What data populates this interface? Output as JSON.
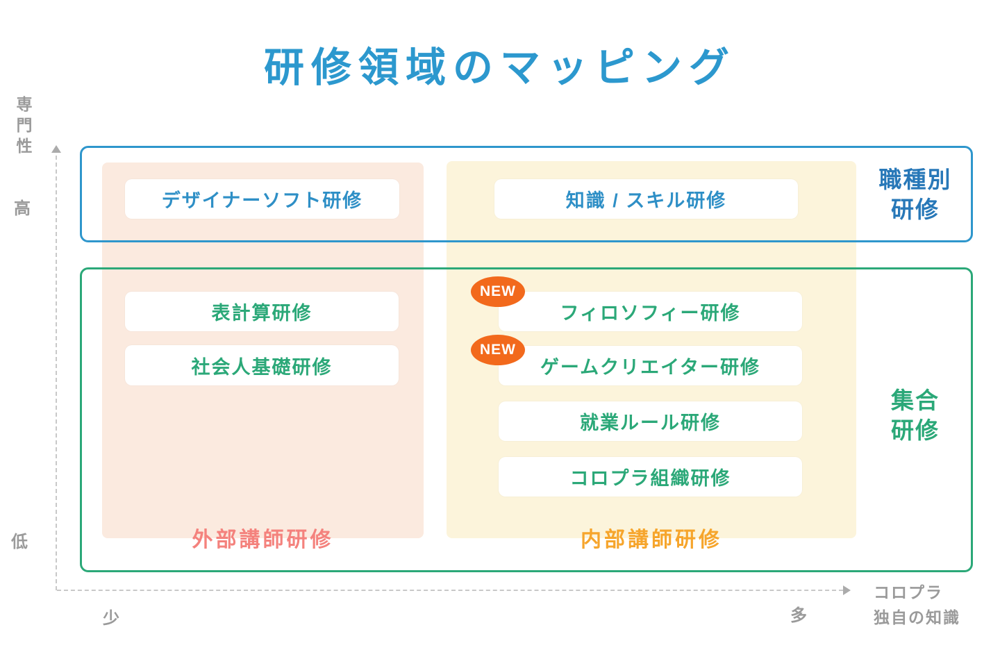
{
  "title": "研修領域のマッピング",
  "axis": {
    "y_label": "専門性",
    "y_high": "高",
    "y_low": "低",
    "x_min": "少",
    "x_max": "多",
    "x_title_line1": "コロプラ",
    "x_title_line2": "独自の知識"
  },
  "boxes": {
    "job": {
      "label_line1": "職種別",
      "label_line2": "研修"
    },
    "group": {
      "label_line1": "集合",
      "label_line2": "研修"
    }
  },
  "columns": {
    "external": {
      "label": "外部講師研修"
    },
    "internal": {
      "label": "内部講師研修"
    }
  },
  "pills": {
    "designer": {
      "label": "デザイナーソフト研修"
    },
    "knowledge": {
      "label": "知識 / スキル研修"
    },
    "spreadsheet": {
      "label": "表計算研修"
    },
    "basics": {
      "label": "社会人基礎研修"
    },
    "philosophy": {
      "label": "フィロソフィー研修",
      "badge": "NEW"
    },
    "gamecreator": {
      "label": "ゲームクリエイター研修",
      "badge": "NEW"
    },
    "workrules": {
      "label": "就業ルール研修"
    },
    "organization": {
      "label": "コロプラ組織研修"
    }
  },
  "colors": {
    "title_blue": "#2C98CE",
    "box_blue": "#2E96CC",
    "box_green": "#2BA878",
    "external_bg": "#FBEADF",
    "internal_bg": "#FCF4DB",
    "external_label": "#F4827D",
    "internal_label": "#F6A52C",
    "badge_orange": "#F2691C",
    "axis_gray": "#9A9A9A"
  }
}
